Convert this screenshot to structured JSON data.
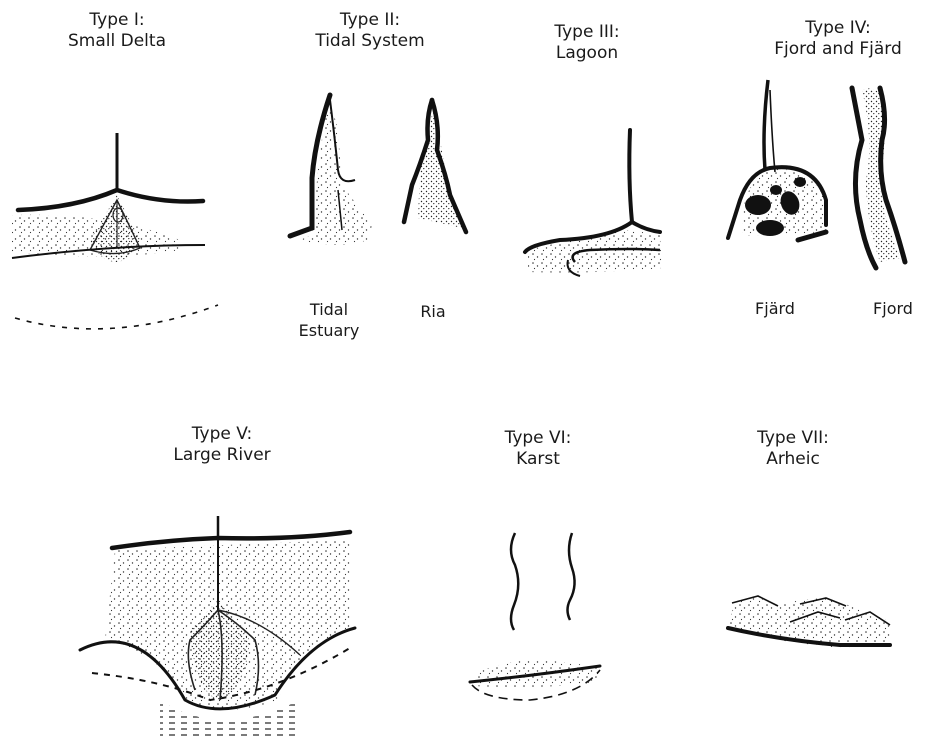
{
  "types": [
    {
      "id": "type-1",
      "line1": "Type I:",
      "line2": "Small Delta"
    },
    {
      "id": "type-2",
      "line1": "Type II:",
      "line2": "Tidal System",
      "sublabels": [
        "Tidal\nEstuary",
        "Ria"
      ]
    },
    {
      "id": "type-3",
      "line1": "Type III:",
      "line2": "Lagoon"
    },
    {
      "id": "type-4",
      "line1": "Type IV:",
      "line2": "Fjord and Fjärd",
      "sublabels": [
        "Fjärd",
        "Fjord"
      ]
    },
    {
      "id": "type-5",
      "line1": "Type V:",
      "line2": "Large River"
    },
    {
      "id": "type-6",
      "line1": "Type VI:",
      "line2": "Karst"
    },
    {
      "id": "type-7",
      "line1": "Type VII:",
      "line2": "Arheic"
    }
  ]
}
